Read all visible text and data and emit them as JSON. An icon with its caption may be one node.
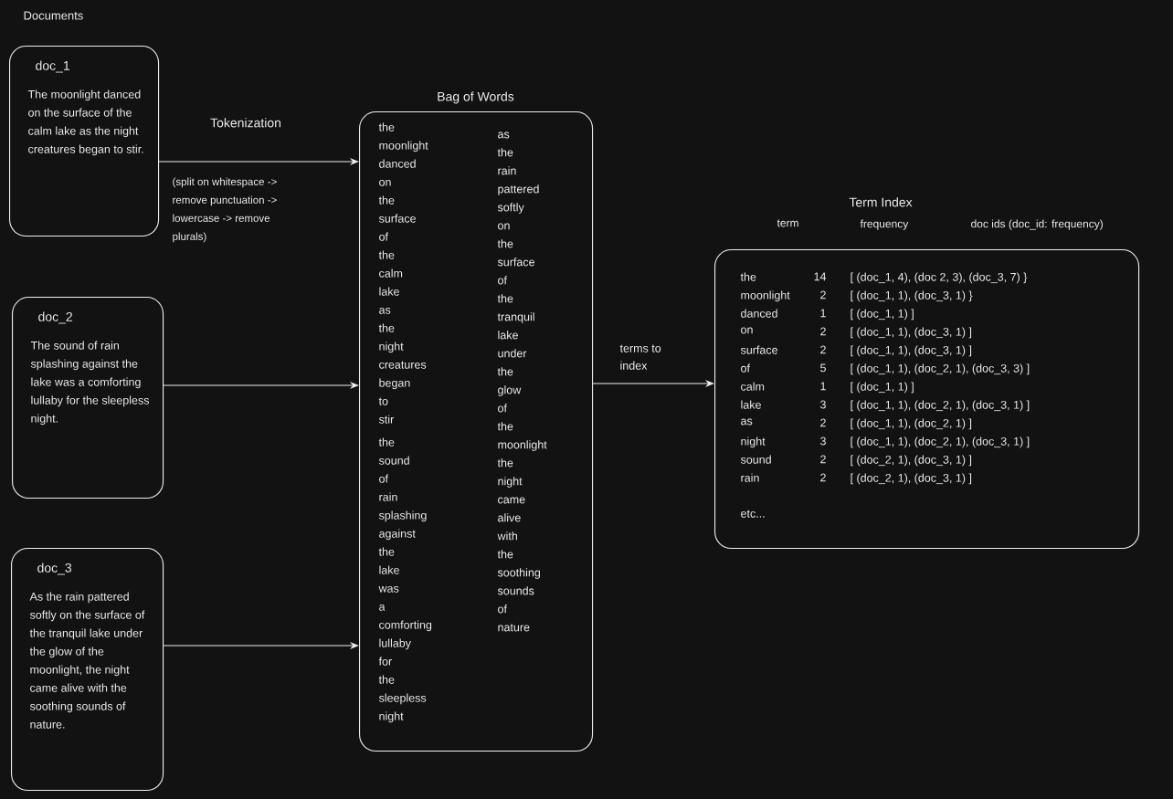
{
  "diagram": {
    "nodes": [
      {
        "text": [
          "doc_1",
          "The moonlight danced on the surface of the calm lake as the night creatures began to stir."
        ]
      },
      {
        "text": [
          "doc_2",
          "The sound of rain splashing against the lake was a comforting lullaby for the sleepless night."
        ]
      },
      {
        "text": [
          "doc_3",
          "As the rain pattered softly on the surface of the tranquil lake under the glow of the moonlight, the night came alive with the soothing sounds of nature."
        ]
      },
      {
        "text": [
          "Bag of Words",
          "the moonlight danced on the surface of the calm lake as the night creatures began to stir",
          "the sound of rain splashing against the lake was a comforting lullaby for the sleepless night",
          "as the rain pattered softly on the surface of the tranquil lake under the glow of the moonlight the night came alive with the soothing sounds of nature"
        ]
      },
      {
        "text": [
          "Term Index",
          "the",
          "14",
          "[ (doc_1, 4), (doc 2, 3), (doc_3, 7) }",
          "moonlight",
          "2",
          "[ (doc_1, 1), (doc_3, 1) }",
          "danced",
          "1",
          "[ (doc_1, 1) ]",
          "on",
          "2",
          "[ (doc_1, 1), (doc_3, 1) ]",
          "surface",
          "2",
          "[ (doc_1, 1), (doc_3, 1) ]",
          "of",
          "5",
          "[ (doc_1, 1), (doc_2, 1), (doc_3, 3) ]",
          "calm",
          "1",
          "[ (doc_1, 1) ]",
          "lake",
          "3",
          "[ (doc_1, 1), (doc_2, 1), (doc_3, 1) ]",
          "as",
          "2",
          "[ (doc_1, 1), (doc_2, 1) ]",
          "night",
          "3",
          "[ (doc_1, 1), (doc_2, 1), (doc_3, 1) ]",
          "sound",
          "2",
          "[ (doc_2, 1), (doc_3, 1) ]",
          "rain",
          "2",
          "[ (doc_2, 1), (doc_3, 1) ]",
          "etc..."
        ]
      }
    ],
    "edges": [
      {
        "from": 0,
        "to": 3,
        "arrow": "to",
        "label": "Tokenization"
      },
      {
        "from": 1,
        "to": 3,
        "arrow": "to"
      },
      {
        "from": 2,
        "to": 3,
        "arrow": "to"
      },
      {
        "from": 3,
        "to": 4,
        "arrow": "to",
        "label": "terms to index"
      }
    ],
    "labels": [
      "Documents",
      "(split on whitespace -> remove punctuation -> lowercase -> remove plurals)",
      "term",
      "frequency",
      "doc ids (doc_id: frequency)"
    ]
  }
}
